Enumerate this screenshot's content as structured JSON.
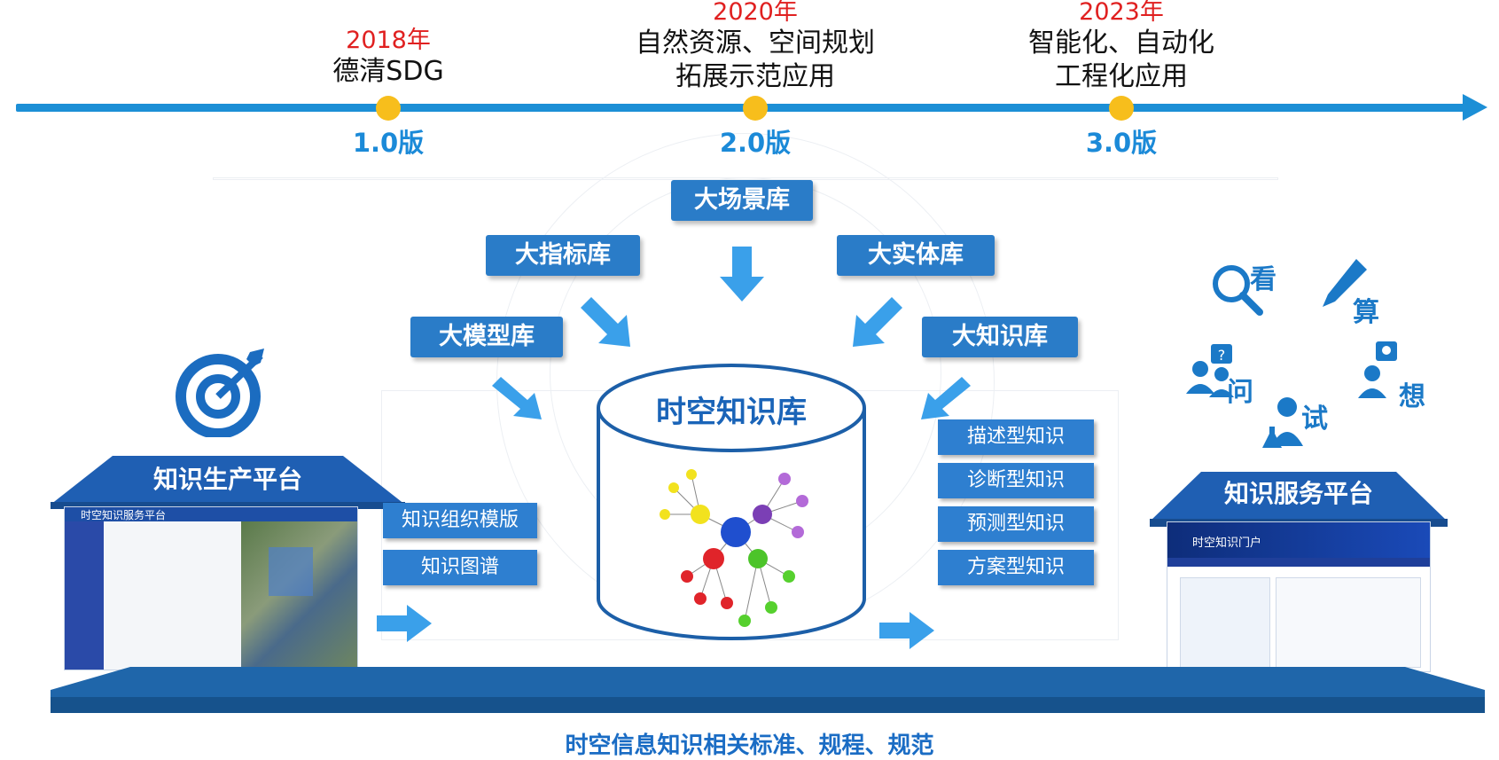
{
  "timeline": [
    {
      "year": "2018年",
      "line1": "德清SDG",
      "line2": "",
      "version": "1.0版"
    },
    {
      "year": "2020年",
      "line1": "自然资源、空间规划",
      "line2": "拓展示范应用",
      "version": "2.0版"
    },
    {
      "year": "2023年",
      "line1": "智能化、自动化",
      "line2": "工程化应用",
      "version": "3.0版"
    }
  ],
  "libraries": {
    "scene": "大场景库",
    "indicator": "大指标库",
    "entity": "大实体库",
    "model": "大模型库",
    "knowledge": "大知识库"
  },
  "database_title": "时空知识库",
  "production_platform": {
    "title": "知识生产平台",
    "screen_title": "时空知识服务平台",
    "tools": [
      "知识组织模版",
      "知识图谱"
    ]
  },
  "service_platform": {
    "title": "知识服务平台",
    "screen_title": "时空知识门户"
  },
  "knowledge_types": [
    "描述型知识",
    "诊断型知识",
    "预测型知识",
    "方案型知识"
  ],
  "service_verbs": [
    "看",
    "算",
    "问",
    "试",
    "想"
  ],
  "footer": "时空信息知识相关标准、规程、规范",
  "colors": {
    "accent": "#2a7cc8",
    "timeline": "#1c8fd6",
    "year": "#e02020",
    "milestone_dot": "#f7be1c",
    "base": "#1f66aa"
  }
}
